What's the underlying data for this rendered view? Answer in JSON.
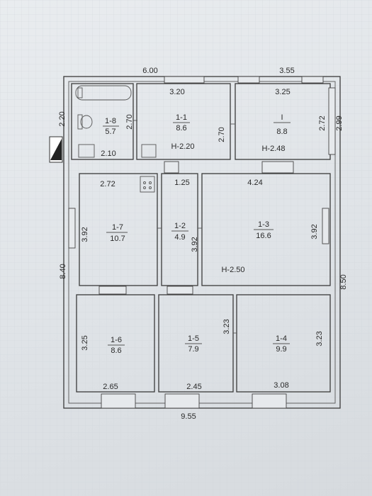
{
  "dimensions": {
    "top_left": "6.00",
    "top_right": "3.55",
    "left_height": "8.40",
    "right_height": "8.50",
    "bottom_width": "9.55",
    "entry_height": "2.20"
  },
  "rooms": [
    {
      "id": "1-8",
      "area": "5.7",
      "dims": [
        "2.70",
        "2.10"
      ]
    },
    {
      "id": "1-1",
      "area": "8.6",
      "dims": [
        "3.20",
        "2.70"
      ],
      "height": "Н-2.20"
    },
    {
      "id": "I",
      "area": "8.8",
      "dims": [
        "3.25",
        "2.72",
        "2.99"
      ],
      "height": "Н-2.48"
    },
    {
      "id": "1-7",
      "area": "10.7",
      "dims": [
        "2.72",
        "3.92"
      ]
    },
    {
      "id": "1-2",
      "area": "4.9",
      "dims": [
        "1.25"
      ]
    },
    {
      "id": "1-3",
      "area": "16.6",
      "dims": [
        "4.24",
        "3.92",
        "3.92"
      ],
      "height": "Н-2.50"
    },
    {
      "id": "1-6",
      "area": "8.6",
      "dims": [
        "3.25",
        "2.65"
      ]
    },
    {
      "id": "1-5",
      "area": "7.9",
      "dims": [
        "2.45"
      ]
    },
    {
      "id": "1-4",
      "area": "9.9",
      "dims": [
        "3.23",
        "3.23",
        "3.08"
      ]
    }
  ]
}
